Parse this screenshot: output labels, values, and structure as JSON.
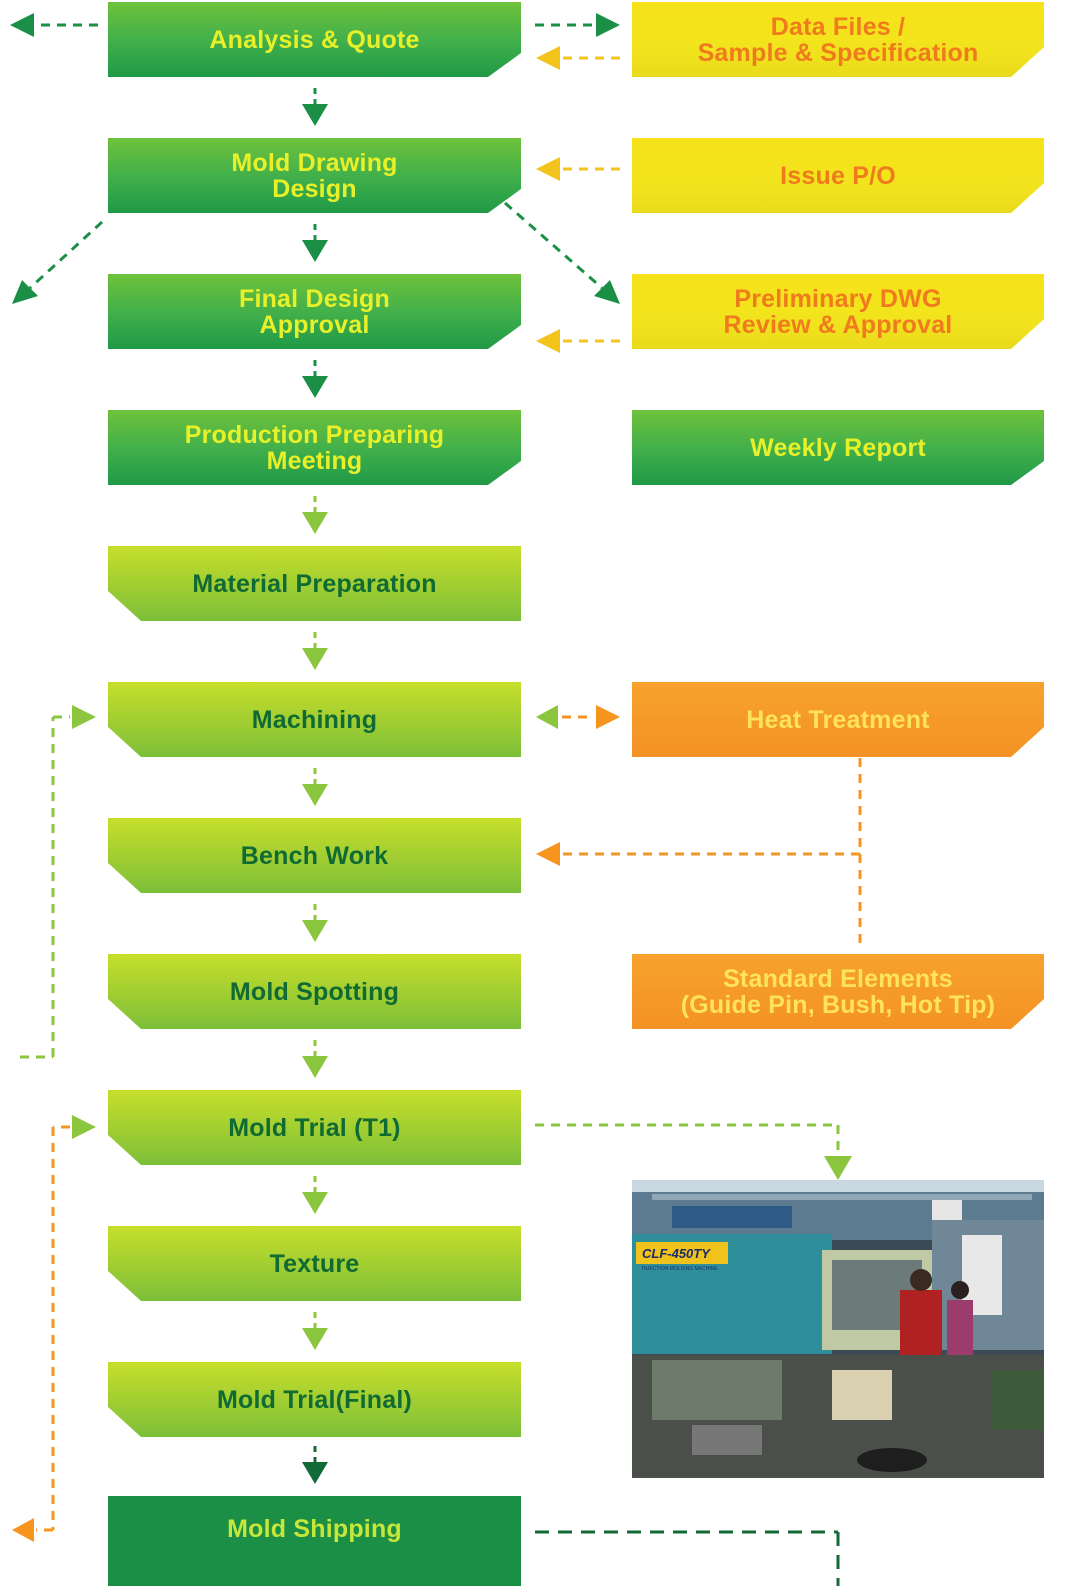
{
  "steps": {
    "analysis_quote": "Analysis & Quote",
    "mold_drawing_line1": "Mold Drawing",
    "mold_drawing_line2": "Design",
    "final_design_line1": "Final Design",
    "final_design_line2": "Approval",
    "production_meeting_line1": "Production Preparing",
    "production_meeting_line2": "Meeting",
    "material_preparation": "Material Preparation",
    "machining": "Machining",
    "bench_work": "Bench Work",
    "mold_spotting": "Mold Spotting",
    "mold_trial_t1": "Mold Trial (T1)",
    "texture": "Texture",
    "mold_trial_final": "Mold Trial(Final)",
    "mold_shipping": "Mold Shipping"
  },
  "side": {
    "data_files_line1": "Data Files /",
    "data_files_line2": "Sample & Specification",
    "issue_po": "Issue P/O",
    "preliminary_line1": "Preliminary DWG",
    "preliminary_line2": "Review & Approval",
    "weekly_report": "Weekly Report",
    "heat_treatment": "Heat Treatment",
    "standard_elements_line1": "Standard Elements",
    "standard_elements_line2": "(Guide Pin, Bush, Hot Tip)"
  },
  "photo": {
    "machine_label": "CLF-450TY",
    "machine_sublabel": "INJECTION MOLDING MACHINE"
  },
  "colors": {
    "dark_green": "#1a8f45",
    "light_green": "#9fcd32",
    "yellow": "#f2e41c",
    "orange": "#f39226",
    "arrow_orange": "#f7941d"
  }
}
